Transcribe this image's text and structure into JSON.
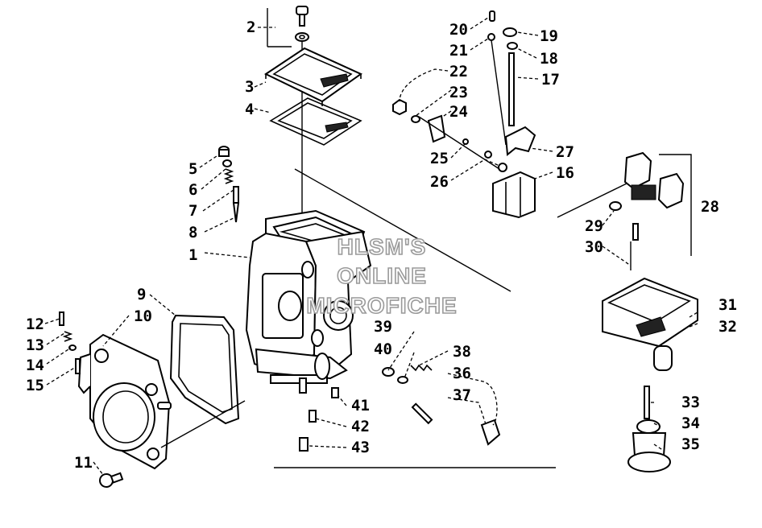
{
  "watermark": {
    "line1": "HLSM'S",
    "line2": "ONLINE",
    "line3": "MICROFICHE"
  },
  "callouts": [
    "1",
    "2",
    "3",
    "4",
    "5",
    "6",
    "7",
    "8",
    "9",
    "10",
    "11",
    "12",
    "13",
    "14",
    "15",
    "16",
    "17",
    "18",
    "19",
    "20",
    "21",
    "22",
    "23",
    "24",
    "25",
    "26",
    "27",
    "28",
    "29",
    "30",
    "31",
    "32",
    "33",
    "34",
    "35",
    "36",
    "37",
    "38",
    "39",
    "40",
    "41",
    "42",
    "43"
  ]
}
